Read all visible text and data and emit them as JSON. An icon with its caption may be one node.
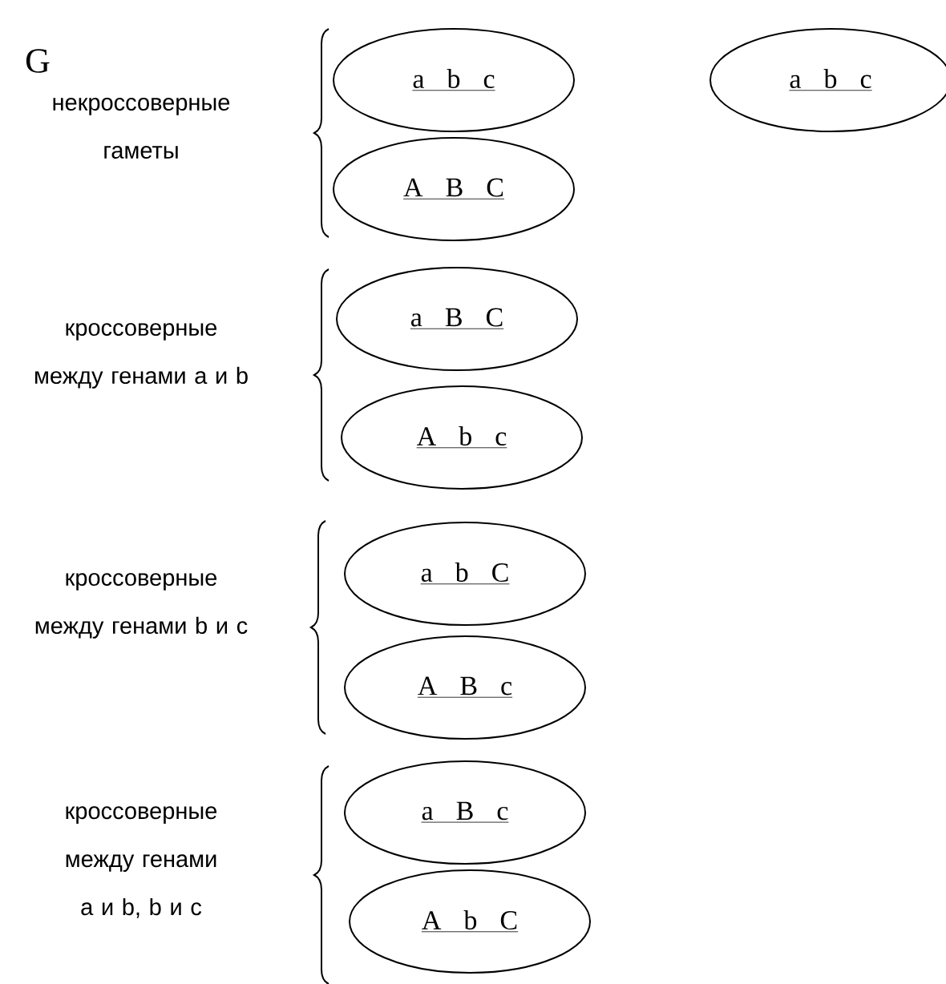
{
  "diagram": {
    "nodes": [
      {
        "text": [
          "a b c"
        ]
      },
      {
        "text": [
          "A B C"
        ]
      },
      {
        "text": [
          "a b c"
        ]
      },
      {
        "text": [
          "a B C"
        ]
      },
      {
        "text": [
          "A b c"
        ]
      },
      {
        "text": [
          "a b C"
        ]
      },
      {
        "text": [
          "A B c"
        ]
      },
      {
        "text": [
          "a B c"
        ]
      },
      {
        "text": [
          "A b C"
        ]
      }
    ],
    "labels": [
      "G",
      "некроссоверные гаметы",
      "кроссоверные между генами a и b",
      "кроссоверные между генами b и c",
      "кроссоверные между генами a и b, b и c"
    ]
  }
}
